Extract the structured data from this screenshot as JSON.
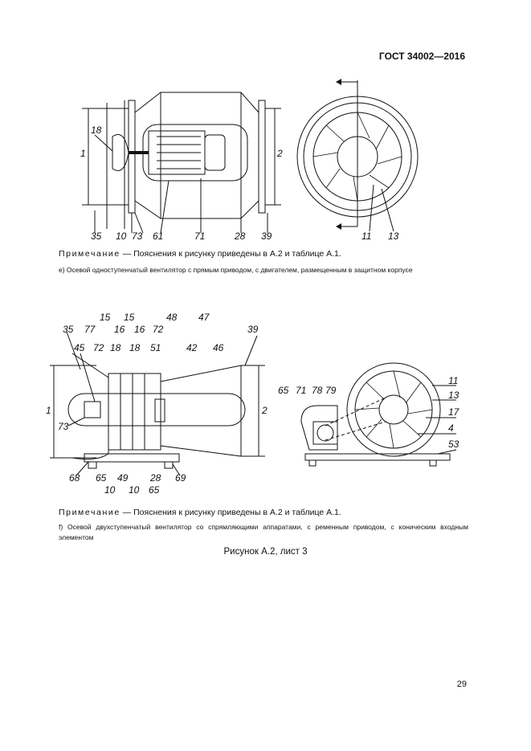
{
  "header": {
    "standard": "ГОСТ 34002—2016"
  },
  "figure_e": {
    "labels": [
      "18",
      "1",
      "2",
      "35",
      "10",
      "73",
      "61",
      "71",
      "28",
      "39",
      "11",
      "13"
    ],
    "note_lead": "Примечание",
    "note_text": " — Пояснения к рисунку приведены в А.2 и таблице А.1.",
    "caption": "е) Осевой одноступенчатый вентилятор с прямым приводом, с двигателем, размещенным в защитном корпусе"
  },
  "figure_f": {
    "labels": [
      "15",
      "15",
      "77",
      "16",
      "16",
      "72",
      "48",
      "47",
      "39",
      "35",
      "45",
      "72",
      "18",
      "18",
      "51",
      "42",
      "46",
      "1",
      "2",
      "73",
      "68",
      "65",
      "49",
      "28",
      "69",
      "10",
      "10",
      "65",
      "65",
      "71",
      "78",
      "79",
      "11",
      "13",
      "17",
      "4",
      "53"
    ],
    "note_lead": "Примечание",
    "note_text": " — Пояснения к рисунку приведены в А.2 и таблице А.1.",
    "caption": "f) Осевой двухступенчатый вентилятор со спрямляющими аппаратами, с ременным приводом, с коническим входным элементом"
  },
  "figure_caption": "Рисунок А.2, лист 3",
  "page_number": "29"
}
